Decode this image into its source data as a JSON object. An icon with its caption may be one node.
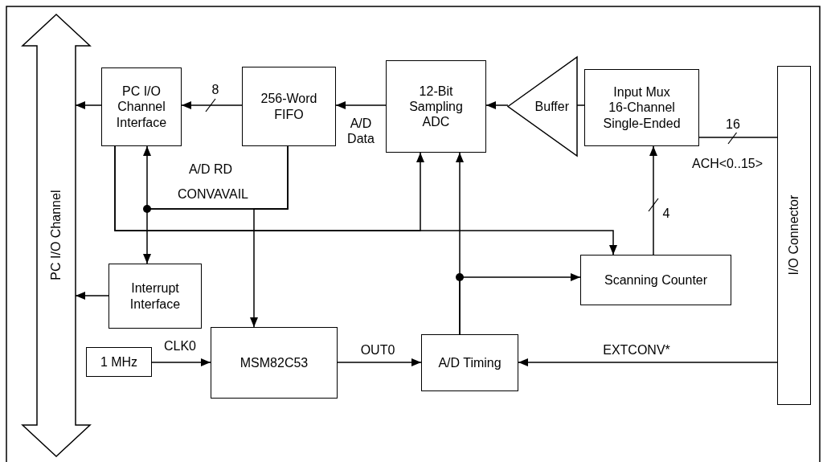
{
  "diagram": {
    "nodes": [
      {
        "text": [
          "PC I/O Channel"
        ]
      },
      {
        "text": [
          "PC I/O Channel Interface"
        ]
      },
      {
        "text": [
          "256-Word FIFO"
        ]
      },
      {
        "text": [
          "12-Bit Sampling ADC"
        ]
      },
      {
        "text": [
          "Buffer"
        ]
      },
      {
        "text": [
          "Input Mux 16-Channel Single-Ended"
        ]
      },
      {
        "text": [
          "I/O Connector"
        ]
      },
      {
        "text": [
          "Interrupt Interface"
        ]
      },
      {
        "text": [
          "Scanning Counter"
        ]
      },
      {
        "text": [
          "1 MHz"
        ]
      },
      {
        "text": [
          "MSM82C53"
        ]
      },
      {
        "text": [
          "A/D Timing"
        ]
      }
    ],
    "edges": [
      {
        "from": 1,
        "to": 0,
        "arrow": "to"
      },
      {
        "from": 2,
        "to": 1,
        "arrow": "to",
        "label": "8"
      },
      {
        "from": 3,
        "to": 2,
        "arrow": "to",
        "label": "A/D Data"
      },
      {
        "from": 4,
        "to": 3,
        "arrow": "to"
      },
      {
        "from": 5,
        "to": 4,
        "arrow": "none"
      },
      {
        "from": 6,
        "to": 5,
        "arrow": "none",
        "label": "16"
      },
      {
        "from": 7,
        "to": 0,
        "arrow": "to"
      },
      {
        "from": 2,
        "to": 1,
        "arrow": "to"
      },
      {
        "from": 2,
        "to": 7,
        "arrow": "to"
      },
      {
        "from": 2,
        "to": 10,
        "arrow": "to"
      },
      {
        "from": 1,
        "to": 8,
        "arrow": "to"
      },
      {
        "from": 1,
        "to": 3,
        "arrow": "to"
      },
      {
        "from": 11,
        "to": 3,
        "arrow": "to"
      },
      {
        "from": 11,
        "to": 8,
        "arrow": "to"
      },
      {
        "from": 8,
        "to": 5,
        "arrow": "to",
        "label": "4"
      },
      {
        "from": 9,
        "to": 10,
        "arrow": "to",
        "label": "CLK0"
      },
      {
        "from": 10,
        "to": 11,
        "arrow": "to",
        "label": "OUT0"
      },
      {
        "from": 6,
        "to": 11,
        "arrow": "to",
        "label": "EXTCONV*"
      }
    ],
    "labels": [
      "A/D RD",
      "CONVAVAIL",
      "ACH<0..15>"
    ]
  }
}
